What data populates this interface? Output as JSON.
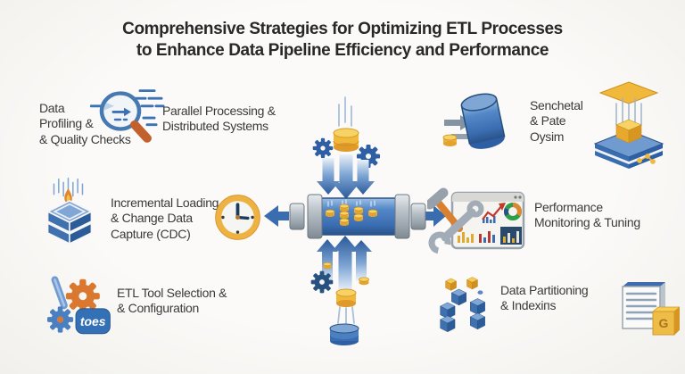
{
  "title": {
    "line1": "Comprehensive Strategies for Optimizing ETL Processes",
    "line2": "to Enhance Data Pipeline Efficiency and Performance"
  },
  "items": {
    "data_profiling": {
      "line1": "Data",
      "line2": "Profiling &",
      "line3": "& Quality Checks",
      "icon": "magnifier-icon"
    },
    "parallel_processing": {
      "line1": "Parallel Processing &",
      "line2": "Distributed Systems"
    },
    "incremental_loading": {
      "line1": "Incremental Loading",
      "line2": "& Change Data",
      "line3": "Capture (CDC)",
      "icon_left": "layered-box-icon",
      "icon_right": "clock-icon"
    },
    "etl_tool_selection": {
      "line1": "ETL Tool Selection &",
      "line2": "& Configuration",
      "icon": "tools-gear-icon",
      "logo_text": "toes"
    },
    "scheduled_batch": {
      "line1": "Senchetal",
      "line2": "& Pate",
      "line3": "Oysim",
      "icon_left": "database-cylinder-icon",
      "icon_right": "cube-stack-icon"
    },
    "performance_monitoring": {
      "line1": "Performance",
      "line2": "Monitoring & Tuning",
      "icon": "dashboard-tools-icon"
    },
    "data_partitioning": {
      "line1": "Data Partitioning",
      "line2": "& Indexiпs",
      "icon_left": "cubes-cluster-icon",
      "icon_right": "document-icon",
      "doc_badge": "G"
    }
  },
  "center": {
    "icon": "etl-pipeline-graphic"
  },
  "colors": {
    "background": "#f7f6f3",
    "title_text": "#282828",
    "label_text": "#3a3a3a",
    "blue": "#3a6cb0",
    "blue_dark": "#2a5288",
    "blue_light": "#7fa6d4",
    "gold": "#f0b93c",
    "orange": "#d9782e",
    "metal_gray": "#98a2ab"
  }
}
